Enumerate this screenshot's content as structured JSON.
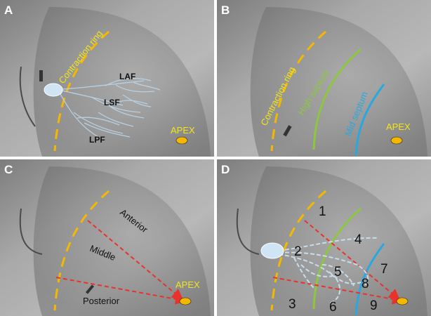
{
  "panels": {
    "a": {
      "label": "A",
      "contraction_ring": "Contraction ring",
      "apex": "APEX",
      "laf": "LAF",
      "lsf": "LSF",
      "lpf": "LPF"
    },
    "b": {
      "label": "B",
      "contraction_ring": "Contraction ring",
      "high_septum": "High septum",
      "mid_septum": "Mid septum",
      "apex": "APEX"
    },
    "c": {
      "label": "C",
      "anterior": "Anterior",
      "middle": "Middle",
      "posterior": "Posterior",
      "apex": "APEX"
    },
    "d": {
      "label": "D",
      "regions": [
        "1",
        "2",
        "3",
        "4",
        "5",
        "6",
        "7",
        "8",
        "9"
      ]
    }
  },
  "colors": {
    "ring": "#f5b800",
    "label_yellow": "#f2e41a",
    "high_septum": "#8dc63f",
    "mid_septum": "#29a8e0",
    "divider": "#e8322b",
    "node": "#cfe4f4",
    "fibers": "#b9d0e2"
  }
}
